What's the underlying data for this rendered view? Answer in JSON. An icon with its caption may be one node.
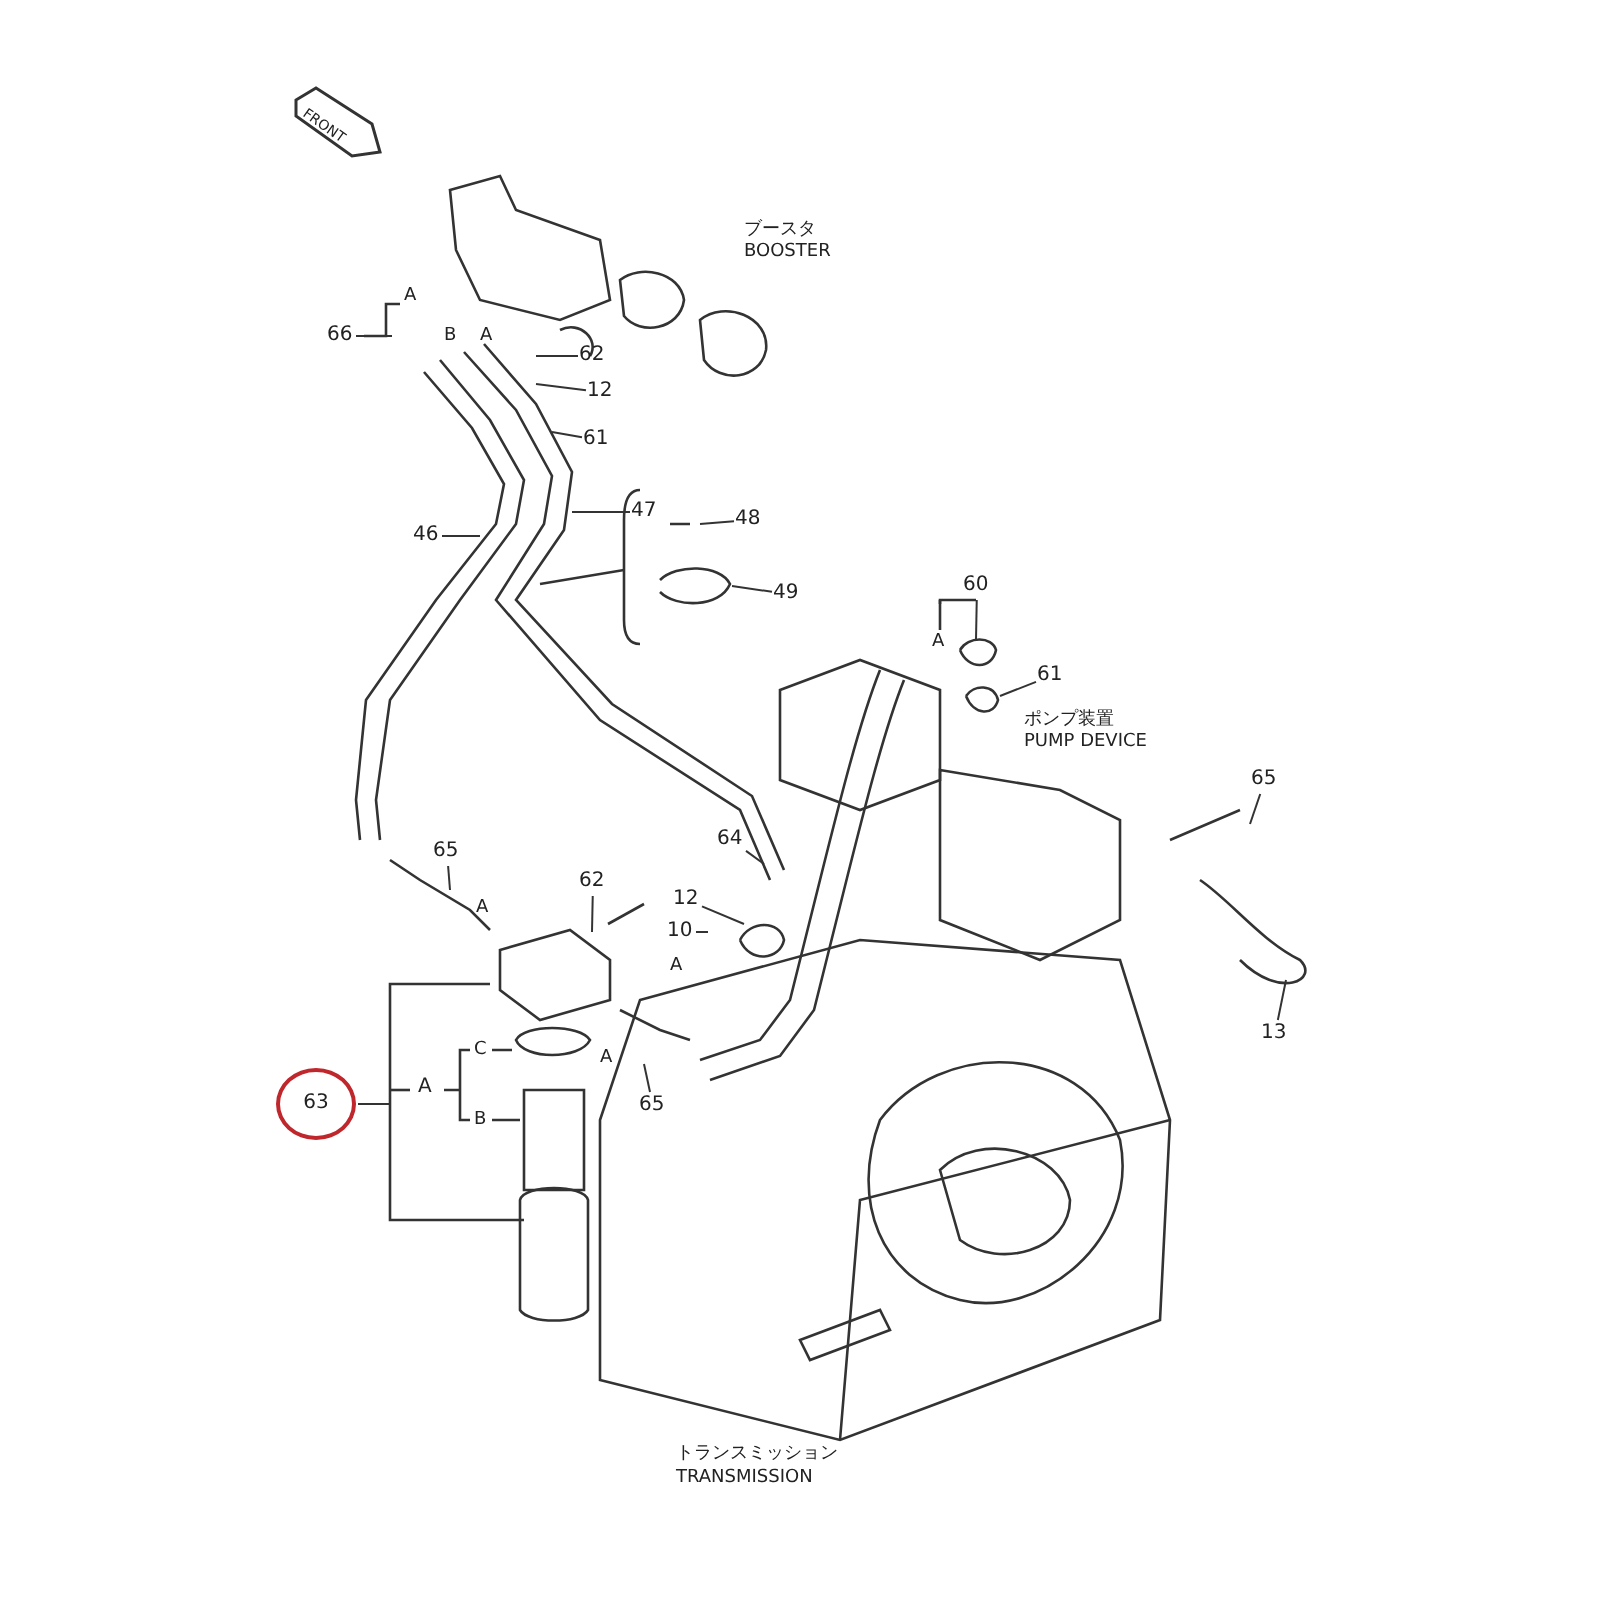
{
  "diagram": {
    "nodes": [
      {
        "text": [
          "66"
        ]
      },
      {
        "text": [
          "62"
        ]
      },
      {
        "text": [
          "12"
        ]
      },
      {
        "text": [
          "61"
        ]
      },
      {
        "text": [
          "47"
        ]
      },
      {
        "text": [
          "46"
        ]
      },
      {
        "text": [
          "48"
        ]
      },
      {
        "text": [
          "49"
        ]
      },
      {
        "text": [
          "60"
        ]
      },
      {
        "text": [
          "61"
        ]
      },
      {
        "text": [
          "65"
        ]
      },
      {
        "text": [
          "64"
        ]
      },
      {
        "text": [
          "65"
        ]
      },
      {
        "text": [
          "62"
        ]
      },
      {
        "text": [
          "12"
        ]
      },
      {
        "text": [
          "10"
        ]
      },
      {
        "text": [
          "13"
        ]
      },
      {
        "text": [
          "63"
        ]
      },
      {
        "text": [
          "65"
        ]
      }
    ],
    "edges": [
      {
        "from": 0,
        "to": null,
        "arrow": "none"
      },
      {
        "from": 1,
        "to": null,
        "arrow": "none"
      },
      {
        "from": 2,
        "to": null,
        "arrow": "none"
      },
      {
        "from": 3,
        "to": null,
        "arrow": "none"
      },
      {
        "from": 4,
        "to": null,
        "arrow": "none"
      },
      {
        "from": 5,
        "to": null,
        "arrow": "none"
      },
      {
        "from": 6,
        "to": null,
        "arrow": "none"
      },
      {
        "from": 7,
        "to": null,
        "arrow": "none"
      },
      {
        "from": 8,
        "to": null,
        "arrow": "none"
      },
      {
        "from": 9,
        "to": null,
        "arrow": "none"
      },
      {
        "from": 10,
        "to": null,
        "arrow": "none"
      },
      {
        "from": 11,
        "to": null,
        "arrow": "none"
      },
      {
        "from": 12,
        "to": null,
        "arrow": "none"
      },
      {
        "from": 13,
        "to": null,
        "arrow": "none"
      },
      {
        "from": 14,
        "to": null,
        "arrow": "none"
      },
      {
        "from": 15,
        "to": null,
        "arrow": "none"
      },
      {
        "from": 16,
        "to": null,
        "arrow": "none"
      },
      {
        "from": 17,
        "to": null,
        "arrow": "none"
      },
      {
        "from": 18,
        "to": null,
        "arrow": "none"
      }
    ],
    "labels": [
      "FRONT",
      "ブースタ",
      "BOOSTER",
      "A",
      "B",
      "A",
      "ポンプ装置",
      "PUMP DEVICE",
      "A",
      "A",
      "A",
      "C",
      "A",
      "B",
      "A",
      "トランスミッション",
      "TRANSMISSION"
    ]
  }
}
